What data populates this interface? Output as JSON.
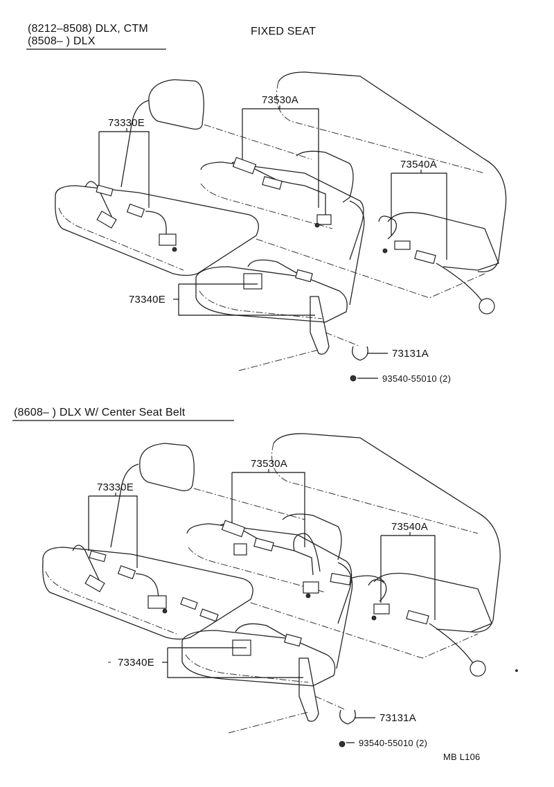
{
  "header": {
    "range_line_1": "(8212–8508) DLX, CTM",
    "range_line_2": "(8508–        ) DLX",
    "title": "FIXED SEAT"
  },
  "section_1": {
    "parts": {
      "p73530A": "73530A",
      "p73330E": "73330E",
      "p73540A": "73540A",
      "p73340E": "73340E",
      "p73131A": "73131A",
      "bolt": "93540-55010 (2)"
    }
  },
  "section_2": {
    "heading": "(8608–        ) DLX W/ Center Seat Belt",
    "parts": {
      "p73530A": "73530A",
      "p73330E": "73330E",
      "p73540A": "73540A",
      "p73340E": "73340E",
      "p73131A": "73131A",
      "bolt": "93540-55010 (2)"
    }
  },
  "footer": {
    "code": "MB  L106"
  }
}
